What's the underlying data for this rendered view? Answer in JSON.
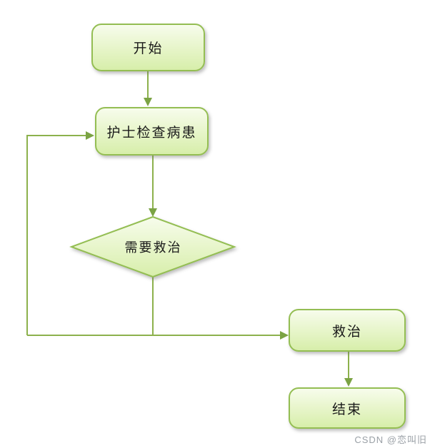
{
  "diagram": {
    "type": "flowchart",
    "nodes": {
      "start": {
        "label": "开始",
        "shape": "rounded-rectangle"
      },
      "check": {
        "label": "护士检查病患",
        "shape": "rounded-rectangle"
      },
      "decision": {
        "label": "需要救治",
        "shape": "diamond"
      },
      "treat": {
        "label": "救治",
        "shape": "rounded-rectangle"
      },
      "end": {
        "label": "结束",
        "shape": "rounded-rectangle"
      }
    },
    "edges": [
      {
        "from": "start",
        "to": "check"
      },
      {
        "from": "check",
        "to": "decision"
      },
      {
        "from": "decision",
        "to": "treat"
      },
      {
        "from": "decision",
        "to": "check"
      },
      {
        "from": "treat",
        "to": "end"
      }
    ],
    "colors": {
      "node_fill_top": "#F7FCEC",
      "node_fill_bottom": "#D7EEAA",
      "node_border": "#94BE53",
      "connector": "#8CB14C",
      "arrowhead": "#7BA344",
      "text": "#1A1A1A"
    }
  },
  "watermark": {
    "text": "CSDN @恋叫旧",
    "color": "#9AA0A6"
  }
}
